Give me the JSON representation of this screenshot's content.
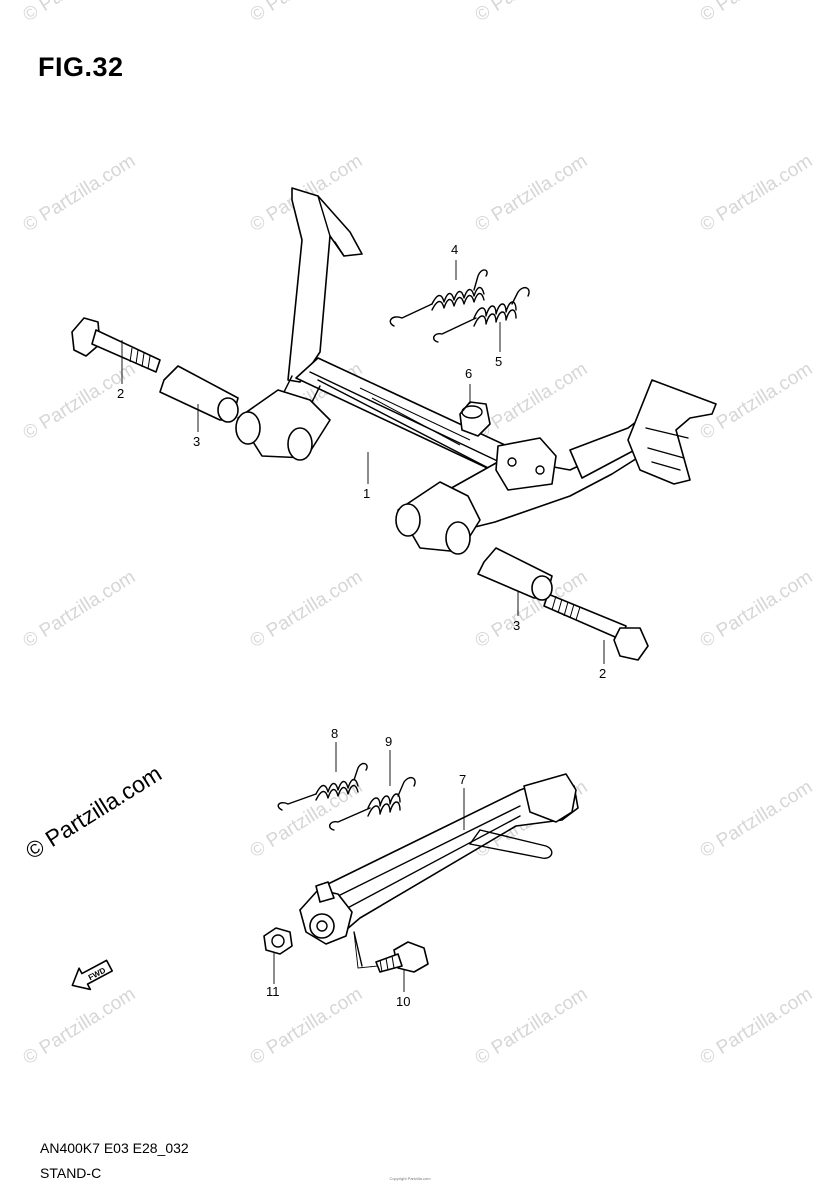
{
  "header": {
    "figure": "FIG.32"
  },
  "footer": {
    "model_code": "AN400K7 E03 E28_032",
    "section": "STAND-C",
    "copyright": "Copyright Partzilla.com"
  },
  "watermarks": {
    "small": "© Partzilla.com",
    "large": "© Partzilla.com"
  },
  "callouts": {
    "c1": "1",
    "c2a": "2",
    "c2b": "2",
    "c3a": "3",
    "c3b": "3",
    "c4": "4",
    "c5": "5",
    "c6": "6",
    "c7": "7",
    "c8": "8",
    "c9": "9",
    "c10": "10",
    "c11": "11"
  },
  "fwd_arrow": {
    "label": "FWD"
  }
}
